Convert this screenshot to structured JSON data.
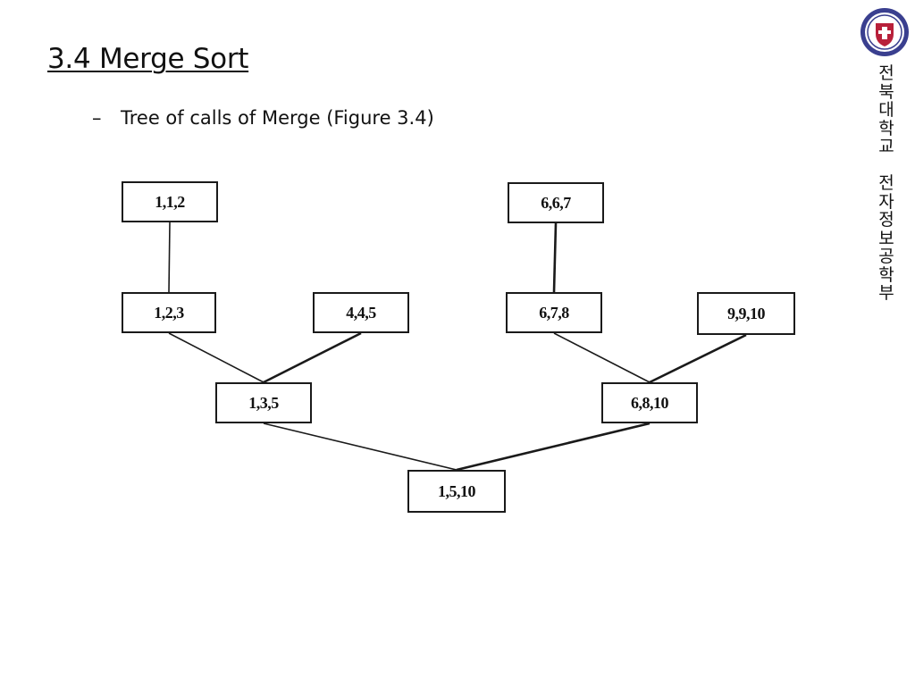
{
  "slide": {
    "title": "3.4 Merge Sort",
    "bullet_marker": "–",
    "bullet_text": "Tree of calls of Merge (Figure 3.4)",
    "sidebar_text": "전\n북\n대\n학\n교\n\n전\n자\n정\n보\n공\n학\n부"
  },
  "colors": {
    "ink": "#1a1a1a",
    "seal_outer": "#3a3f8f",
    "seal_inner": "#b8203a"
  },
  "tree": {
    "nodes": [
      {
        "id": "n112",
        "label": "1,1,2"
      },
      {
        "id": "n667",
        "label": "6,6,7"
      },
      {
        "id": "n123",
        "label": "1,2,3"
      },
      {
        "id": "n445",
        "label": "4,4,5"
      },
      {
        "id": "n678",
        "label": "6,7,8"
      },
      {
        "id": "n91010",
        "label": "9,9,10"
      },
      {
        "id": "n135",
        "label": "1,3,5"
      },
      {
        "id": "n6810",
        "label": "6,8,10"
      },
      {
        "id": "n1510",
        "label": "1,5,10"
      }
    ],
    "edges": [
      [
        "n112",
        "n123"
      ],
      [
        "n667",
        "n678"
      ],
      [
        "n123",
        "n135"
      ],
      [
        "n445",
        "n135"
      ],
      [
        "n678",
        "n6810"
      ],
      [
        "n91010",
        "n6810"
      ],
      [
        "n135",
        "n1510"
      ],
      [
        "n6810",
        "n1510"
      ]
    ]
  }
}
